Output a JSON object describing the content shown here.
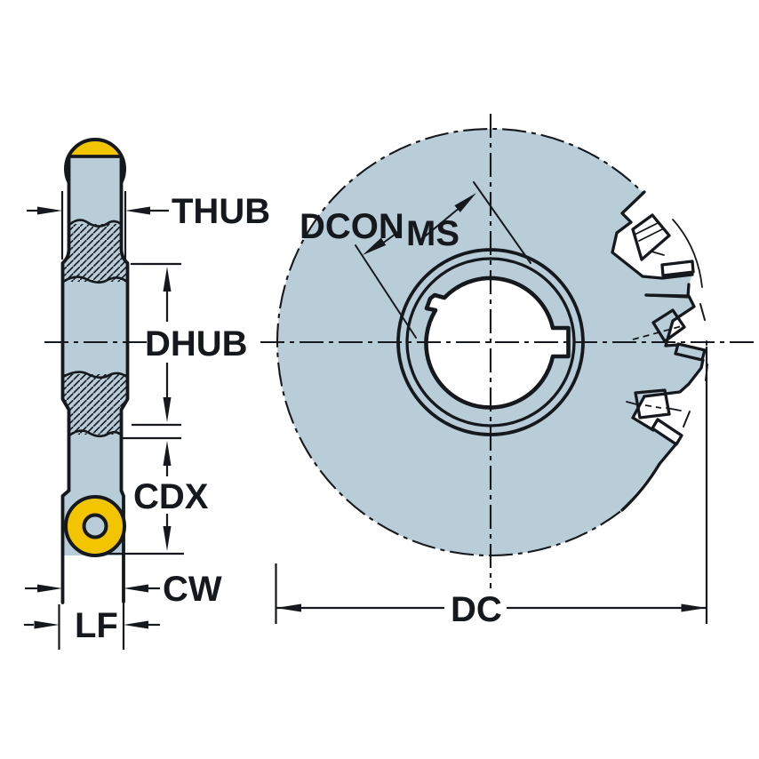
{
  "drawing": {
    "title": "Side and face milling cutter — dimension drawing",
    "views": {
      "side_view": "cutter cross-section with round inserts",
      "front_view": "cutter face with bore, keyway and insert teeth"
    },
    "labels": {
      "thub": "THUB",
      "dcon": "DCON",
      "ms": "MS",
      "dhub": "DHUB",
      "cdx": "CDX",
      "cw": "CW",
      "lf": "LF",
      "dc": "DC"
    },
    "colors": {
      "body": "#b9cdd9",
      "insert": "#f2c500",
      "line": "#15181c",
      "bore": "#ffffff",
      "background": "#ffffff"
    }
  }
}
